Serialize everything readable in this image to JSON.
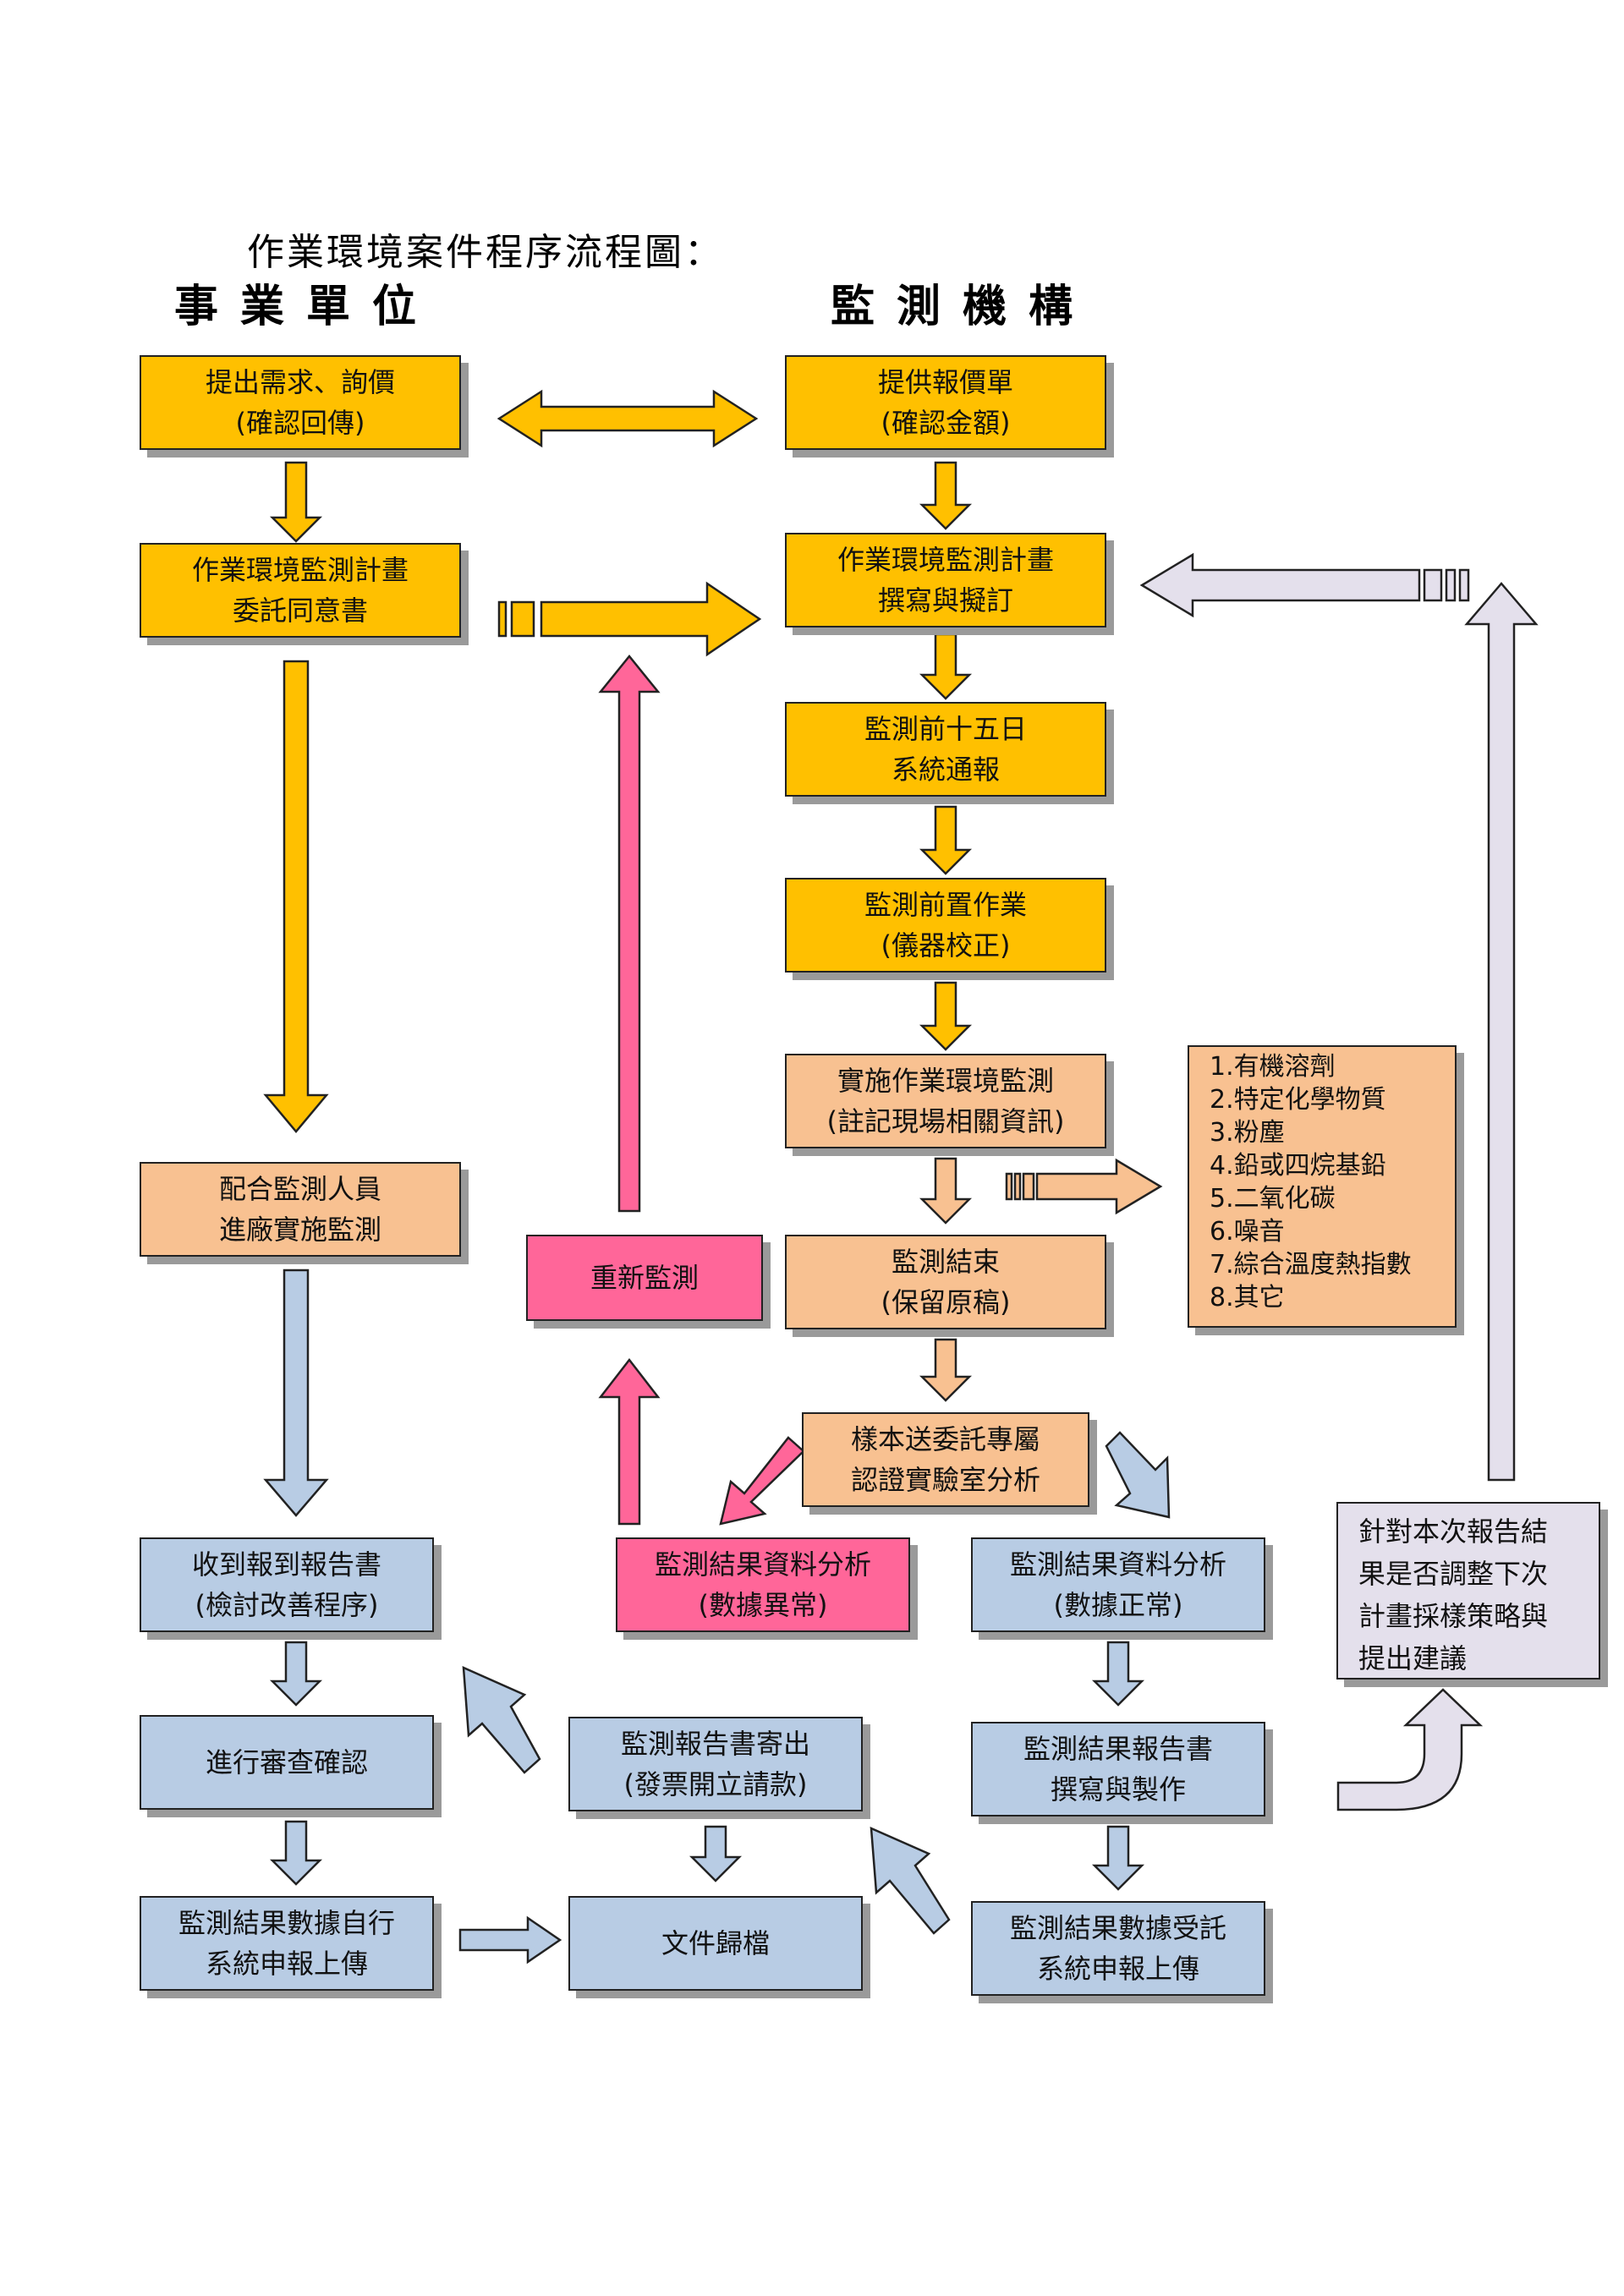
{
  "title": "作業環境案件程序流程圖：",
  "columns": {
    "left": "事業單位",
    "right": "監測機構"
  },
  "nodes": {
    "inquiry": [
      "提出需求、詢價",
      "(確認回傳)"
    ],
    "quote": [
      "提供報價單",
      "(確認金額)"
    ],
    "consent": [
      "作業環境監測計畫",
      "委託同意書"
    ],
    "plan": [
      "作業環境監測計畫",
      "撰寫與擬訂"
    ],
    "notify": [
      "監測前十五日",
      "系統通報"
    ],
    "prep": [
      "監測前置作業",
      "(儀器校正)"
    ],
    "implement": [
      "實施作業環境監測",
      "(註記現場相關資訊)"
    ],
    "cooperate": [
      "配合監測人員",
      "進廠實施監測"
    ],
    "remonitor": [
      "重新監測"
    ],
    "end": [
      "監測結束",
      "(保留原稿)"
    ],
    "sample": [
      "樣本送委託專屬",
      "認證實驗室分析"
    ],
    "abnormal": [
      "監測結果資料分析",
      "(數據異常)"
    ],
    "normal": [
      "監測結果資料分析",
      "(數據正常)"
    ],
    "receive": [
      "收到報到報告書",
      "(檢討改善程序)"
    ],
    "review": [
      "進行審查確認"
    ],
    "mail": [
      "監測報告書寄出",
      "(發票開立請款)"
    ],
    "write_report": [
      "監測結果報告書",
      "撰寫與製作"
    ],
    "self_upload": [
      "監測結果數據自行",
      "系統申報上傳"
    ],
    "archive": [
      "文件歸檔"
    ],
    "agent_upload": [
      "監測結果數據受託",
      "系統申報上傳"
    ]
  },
  "items": [
    "1.有機溶劑",
    "2.特定化學物質",
    "3.粉塵",
    "4.鉛或四烷基鉛",
    "5.二氧化碳",
    "6.噪音",
    "7.綜合溫度熱指數",
    "8.其它"
  ],
  "advice": [
    "針對本次報告結",
    "果是否調整下次",
    "計畫採樣策略與",
    "提出建議"
  ],
  "colors": {
    "yellow": "#ffc000",
    "peach": "#f8c191",
    "blue": "#b8cce4",
    "pink": "#ff6699",
    "lavender": "#e4e0ec",
    "arrow_yellow": "#ffc000",
    "arrow_blue": "#b8cce4",
    "arrow_pink": "#ff6699",
    "arrow_peach": "#f8c191",
    "arrow_lavender": "#e4e0ec"
  }
}
